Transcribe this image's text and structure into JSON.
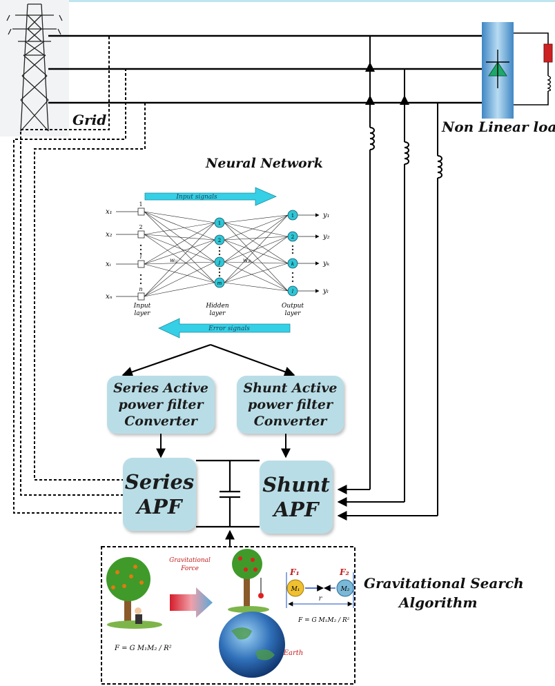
{
  "labels": {
    "grid": "Grid",
    "non_linear_load": "Non Linear load",
    "neural_network": "Neural Network",
    "gsa_line1": "Gravitational Search",
    "gsa_line2": "Algorithm"
  },
  "nn": {
    "input_signals": "Input signals",
    "error_signals": "Error signals",
    "inputs": [
      "x₁",
      "x₂",
      "xᵢ",
      "xₙ"
    ],
    "outputs": [
      "y₁",
      "y₂",
      "yₖ",
      "yₗ"
    ],
    "input_nodes": [
      "1",
      "2",
      "i",
      "n"
    ],
    "hidden_nodes": [
      "1",
      "2",
      "j",
      "m"
    ],
    "output_nodes": [
      "1",
      "2",
      "k",
      "l"
    ],
    "weight_1": "wᵢⱼ",
    "weight_2": "wⱼₖ",
    "input_layer": [
      "Input",
      "layer"
    ],
    "hidden_layer": [
      "Hidden",
      "layer"
    ],
    "output_layer": [
      "Output",
      "layer"
    ]
  },
  "blocks": {
    "series_converter": [
      "Series Active",
      "power filter",
      "Converter"
    ],
    "shunt_converter": [
      "Shunt Active",
      "power filter",
      "Converter"
    ],
    "series_apf": [
      "Series",
      "APF"
    ],
    "shunt_apf": [
      "Shunt",
      "APF"
    ]
  },
  "gsa": {
    "grav_force": [
      "Gravitational",
      "Force"
    ],
    "earth": "Earth",
    "f1": "F₁",
    "f2": "F₂",
    "m1": "M₁",
    "m2": "M₂",
    "r": "r",
    "formula_left": "F = G M₁M₂ / R²",
    "formula_right": "F = G M₁M₂ / R²"
  },
  "colors": {
    "filter_block": "#b9dde6",
    "nn_arrow": "#35cfe6",
    "node": "#30c6d6",
    "load_body": "#5a9fd0",
    "diode": "#1ea86a",
    "resistor": "#cc2222"
  }
}
